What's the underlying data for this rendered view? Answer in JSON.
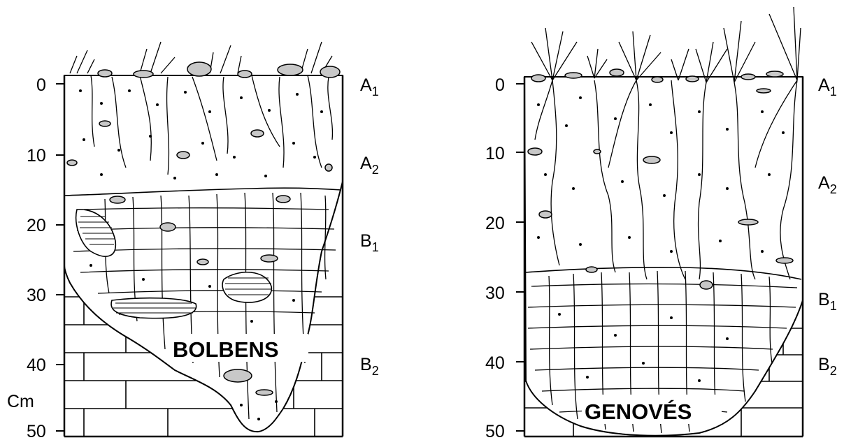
{
  "profiles": [
    {
      "id": "bolbens",
      "site_label": "BOLBENS",
      "axis_ticks": [
        "0",
        "10",
        "20",
        "30",
        "40",
        "50"
      ],
      "axis_unit": "Cm",
      "horizons": [
        {
          "letter": "A",
          "sub": "1"
        },
        {
          "letter": "A",
          "sub": "2"
        },
        {
          "letter": "B",
          "sub": "1"
        },
        {
          "letter": "B",
          "sub": "2"
        }
      ]
    },
    {
      "id": "genoves",
      "site_label": "GENOVÉS",
      "axis_ticks": [
        "0",
        "10",
        "20",
        "30",
        "40",
        "50"
      ],
      "horizons": [
        {
          "letter": "A",
          "sub": "1"
        },
        {
          "letter": "A",
          "sub": "2"
        },
        {
          "letter": "B",
          "sub": "1"
        },
        {
          "letter": "B",
          "sub": "2"
        }
      ]
    }
  ],
  "colors": {
    "ink": "#000000",
    "paper": "#ffffff",
    "stone": "#c8c8c8"
  }
}
